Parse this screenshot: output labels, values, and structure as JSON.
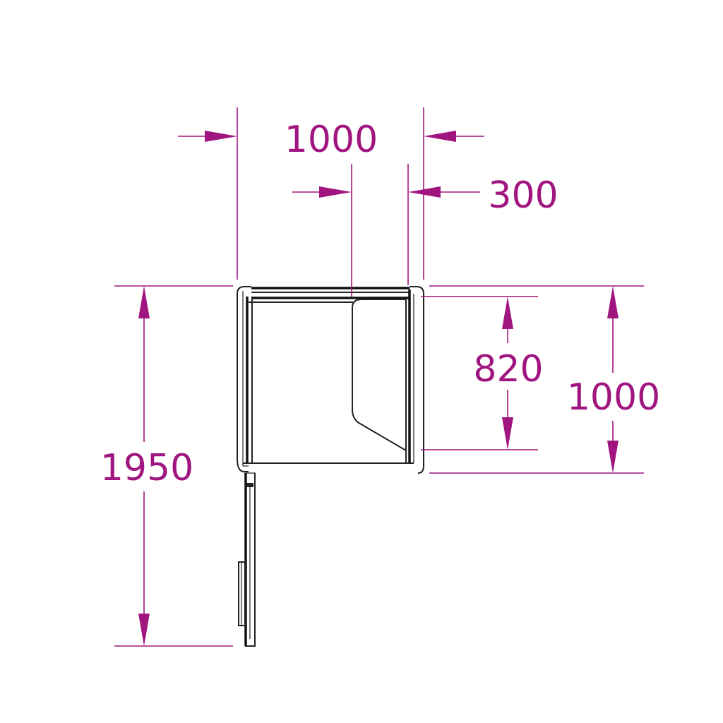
{
  "drawing": {
    "dimension_color": "#a0157f",
    "line_color": "#222222",
    "dimensions": {
      "top_width": "1000",
      "right_offset": "300",
      "inner_height": "820",
      "outer_height": "1000",
      "total_height": "1950"
    }
  }
}
